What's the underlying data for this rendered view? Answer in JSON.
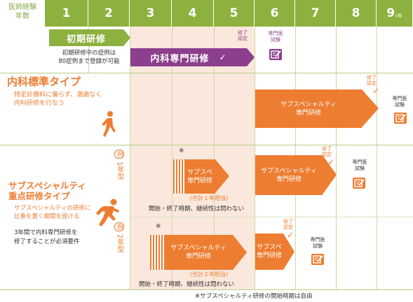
{
  "header": {
    "corner_label": "医師経験\n年数",
    "years": [
      "1",
      "2",
      "3",
      "4",
      "5",
      "6",
      "7",
      "8",
      "9"
    ],
    "year9_suffix": "(年"
  },
  "initial_training": {
    "label": "初期研修",
    "note_line1": "初期研修中の症例は",
    "note_line2": "80症例まで登録が可能"
  },
  "internal_training": {
    "label": "内科専門研修",
    "completion": "修了\n認定",
    "exam": "専門医\n試験"
  },
  "standard_type": {
    "title": "内科標準タイプ",
    "desc_line1": "特定診療科に偏らず、満遍なく",
    "desc_line2": "内科研修を行なう",
    "subspecialty_label": "サブスペシャルティ\n専門研修",
    "completion": "修了\n認定",
    "exam": "専門医\n試験"
  },
  "focus_type": {
    "title_line1": "サブスペシャルティ",
    "title_line2": "重点研修タイプ",
    "desc_line1": "サブスペシャルティの研修に",
    "desc_line2": "比重を置く期間を設ける",
    "note_line1": "3年間で内科専門研修を",
    "note_line2": "修了することが必須要件"
  },
  "example1": {
    "tag": "〈例〉1年型",
    "asterisk": "※",
    "sub_short": "サブスペ\n専門研修",
    "total": "(合計１年相当)",
    "condition": "開始・終了時期、継続性は問わない",
    "sub_long": "サブスペシャルティ\n専門研修",
    "completion": "修了\n認定",
    "exam": "専門医\n試験"
  },
  "example2": {
    "tag": "〈例〉2年型",
    "asterisk": "※",
    "sub_long": "サブスペシャルティ\n専門研修",
    "total": "(合計２年相当)",
    "condition": "開始・終了時期、継続性は問わない",
    "sub_short": "サブスペ\n専門研修",
    "completion": "修了\n認定",
    "exam": "専門医\n試験"
  },
  "footnote": "※サブスペシャルティ研修の開始時期は自由",
  "colors": {
    "green": "#8db13e",
    "purple": "#8b3f8c",
    "orange": "#ed7d31",
    "peach": "#fbe8dc"
  },
  "icons": [
    "person-walking-icon",
    "person-running-icon",
    "pen-paper-icon",
    "checkmark-icon"
  ]
}
